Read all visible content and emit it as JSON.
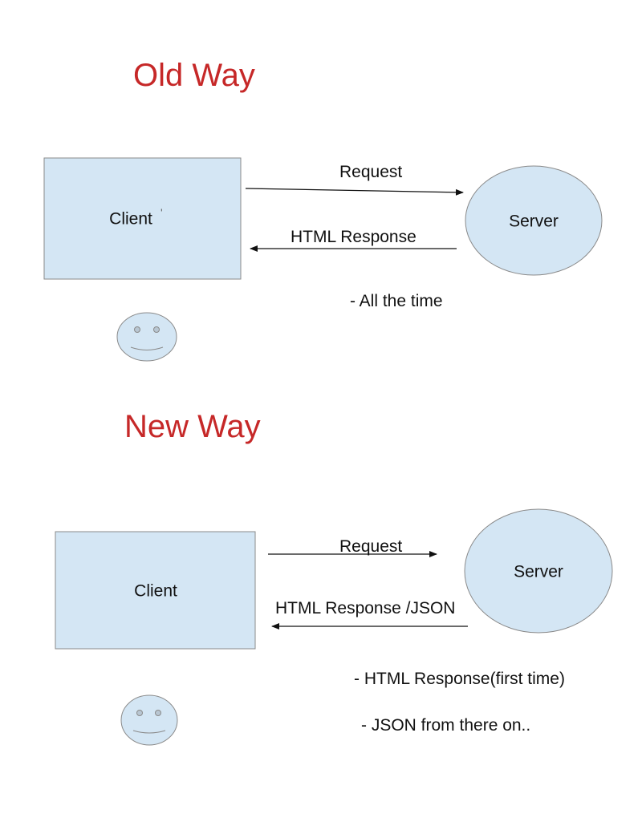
{
  "colors": {
    "heading": "#c62828",
    "node_fill": "#d4e6f4",
    "node_stroke": "#8a8a8a",
    "arrow": "#111111",
    "face_feature": "#8a8a8a"
  },
  "old_way": {
    "heading": "Old Way",
    "client_label": "Client",
    "client_mark": "'",
    "server_label": "Server",
    "request_label": "Request",
    "response_label": "HTML Response",
    "note": "- All the time",
    "user_icon": "smiley-icon"
  },
  "new_way": {
    "heading": "New Way",
    "client_label": "Client",
    "server_label": "Server",
    "request_label": "Request",
    "response_label": "HTML Response /JSON",
    "notes": [
      "- HTML Response(first time)",
      "- JSON from there on.."
    ],
    "user_icon": "smiley-icon"
  }
}
